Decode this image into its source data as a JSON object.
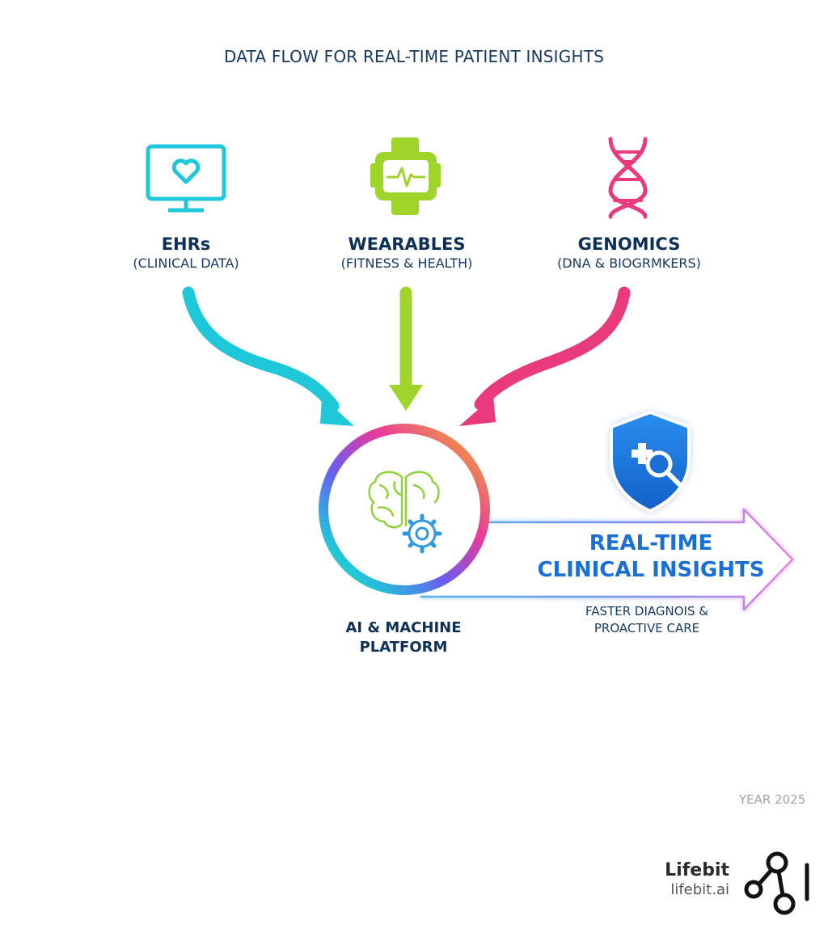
{
  "title": "DATA FLOW FOR REAL-TIME PATIENT INSIGHTS",
  "sources": [
    {
      "name": "EHRs",
      "sub": "(CLINICAL DATA)",
      "icon": "monitor-heart-icon",
      "color": "#1fc8d8"
    },
    {
      "name": "WEARABLES",
      "sub": "(FITNESS & HEALTH)",
      "icon": "smartwatch-icon",
      "color": "#9fd52a"
    },
    {
      "name": "GENOMICS",
      "sub": "(DNA & BIOGRMKERS)",
      "icon": "dna-icon",
      "color": "#e83a7c"
    }
  ],
  "platform": {
    "line1": "AI & MACHINE",
    "line2": "PLATFORM",
    "icon": "brain-gear-icon"
  },
  "insight": {
    "line1": "REAL-TIME",
    "line2": "CLINICAL INSIGHTS",
    "sub1": "FASTER DIAGNOIS &",
    "sub2": "PROACTIVE CARE",
    "icon": "shield-search-icon",
    "color": "#1a6fd4"
  },
  "year": "YEAR 2025",
  "brand": {
    "name": "Lifebit",
    "url": "lifebit.ai",
    "icon": "lifebit-logo-icon"
  }
}
